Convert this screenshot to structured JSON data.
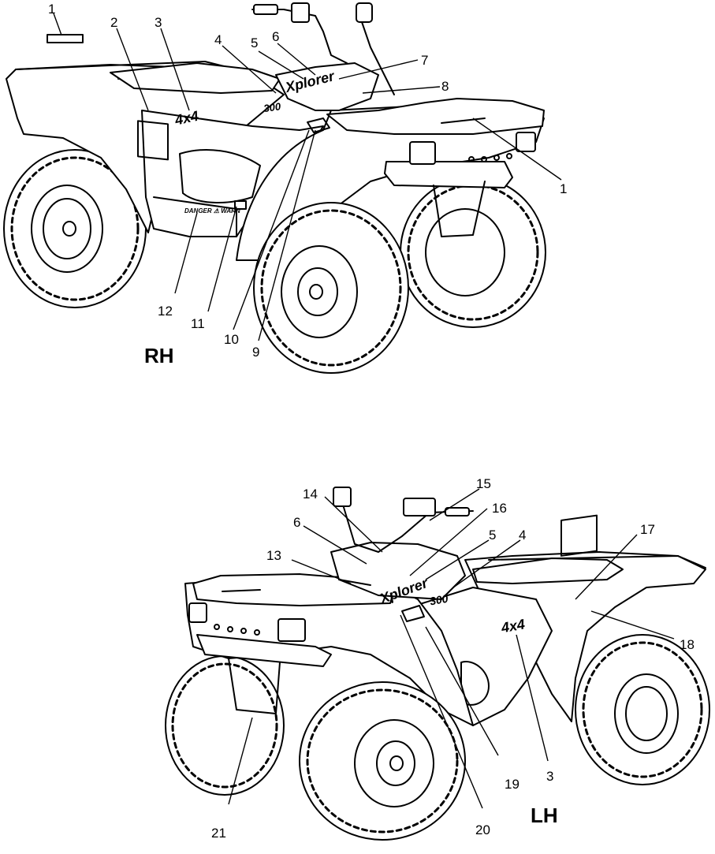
{
  "views": [
    {
      "id": "rh",
      "label": "RH",
      "callouts": [
        "1",
        "2",
        "3",
        "4",
        "5",
        "6",
        "7",
        "8",
        "1",
        "12",
        "11",
        "10",
        "9"
      ]
    },
    {
      "id": "lh",
      "label": "LH",
      "callouts": [
        "15",
        "14",
        "16",
        "6",
        "5",
        "4",
        "17",
        "13",
        "18",
        "19",
        "3",
        "21",
        "20"
      ]
    }
  ],
  "decals": {
    "model_badge": "Xplorer",
    "engine_badge": "300",
    "drive_badge": "4x4"
  }
}
